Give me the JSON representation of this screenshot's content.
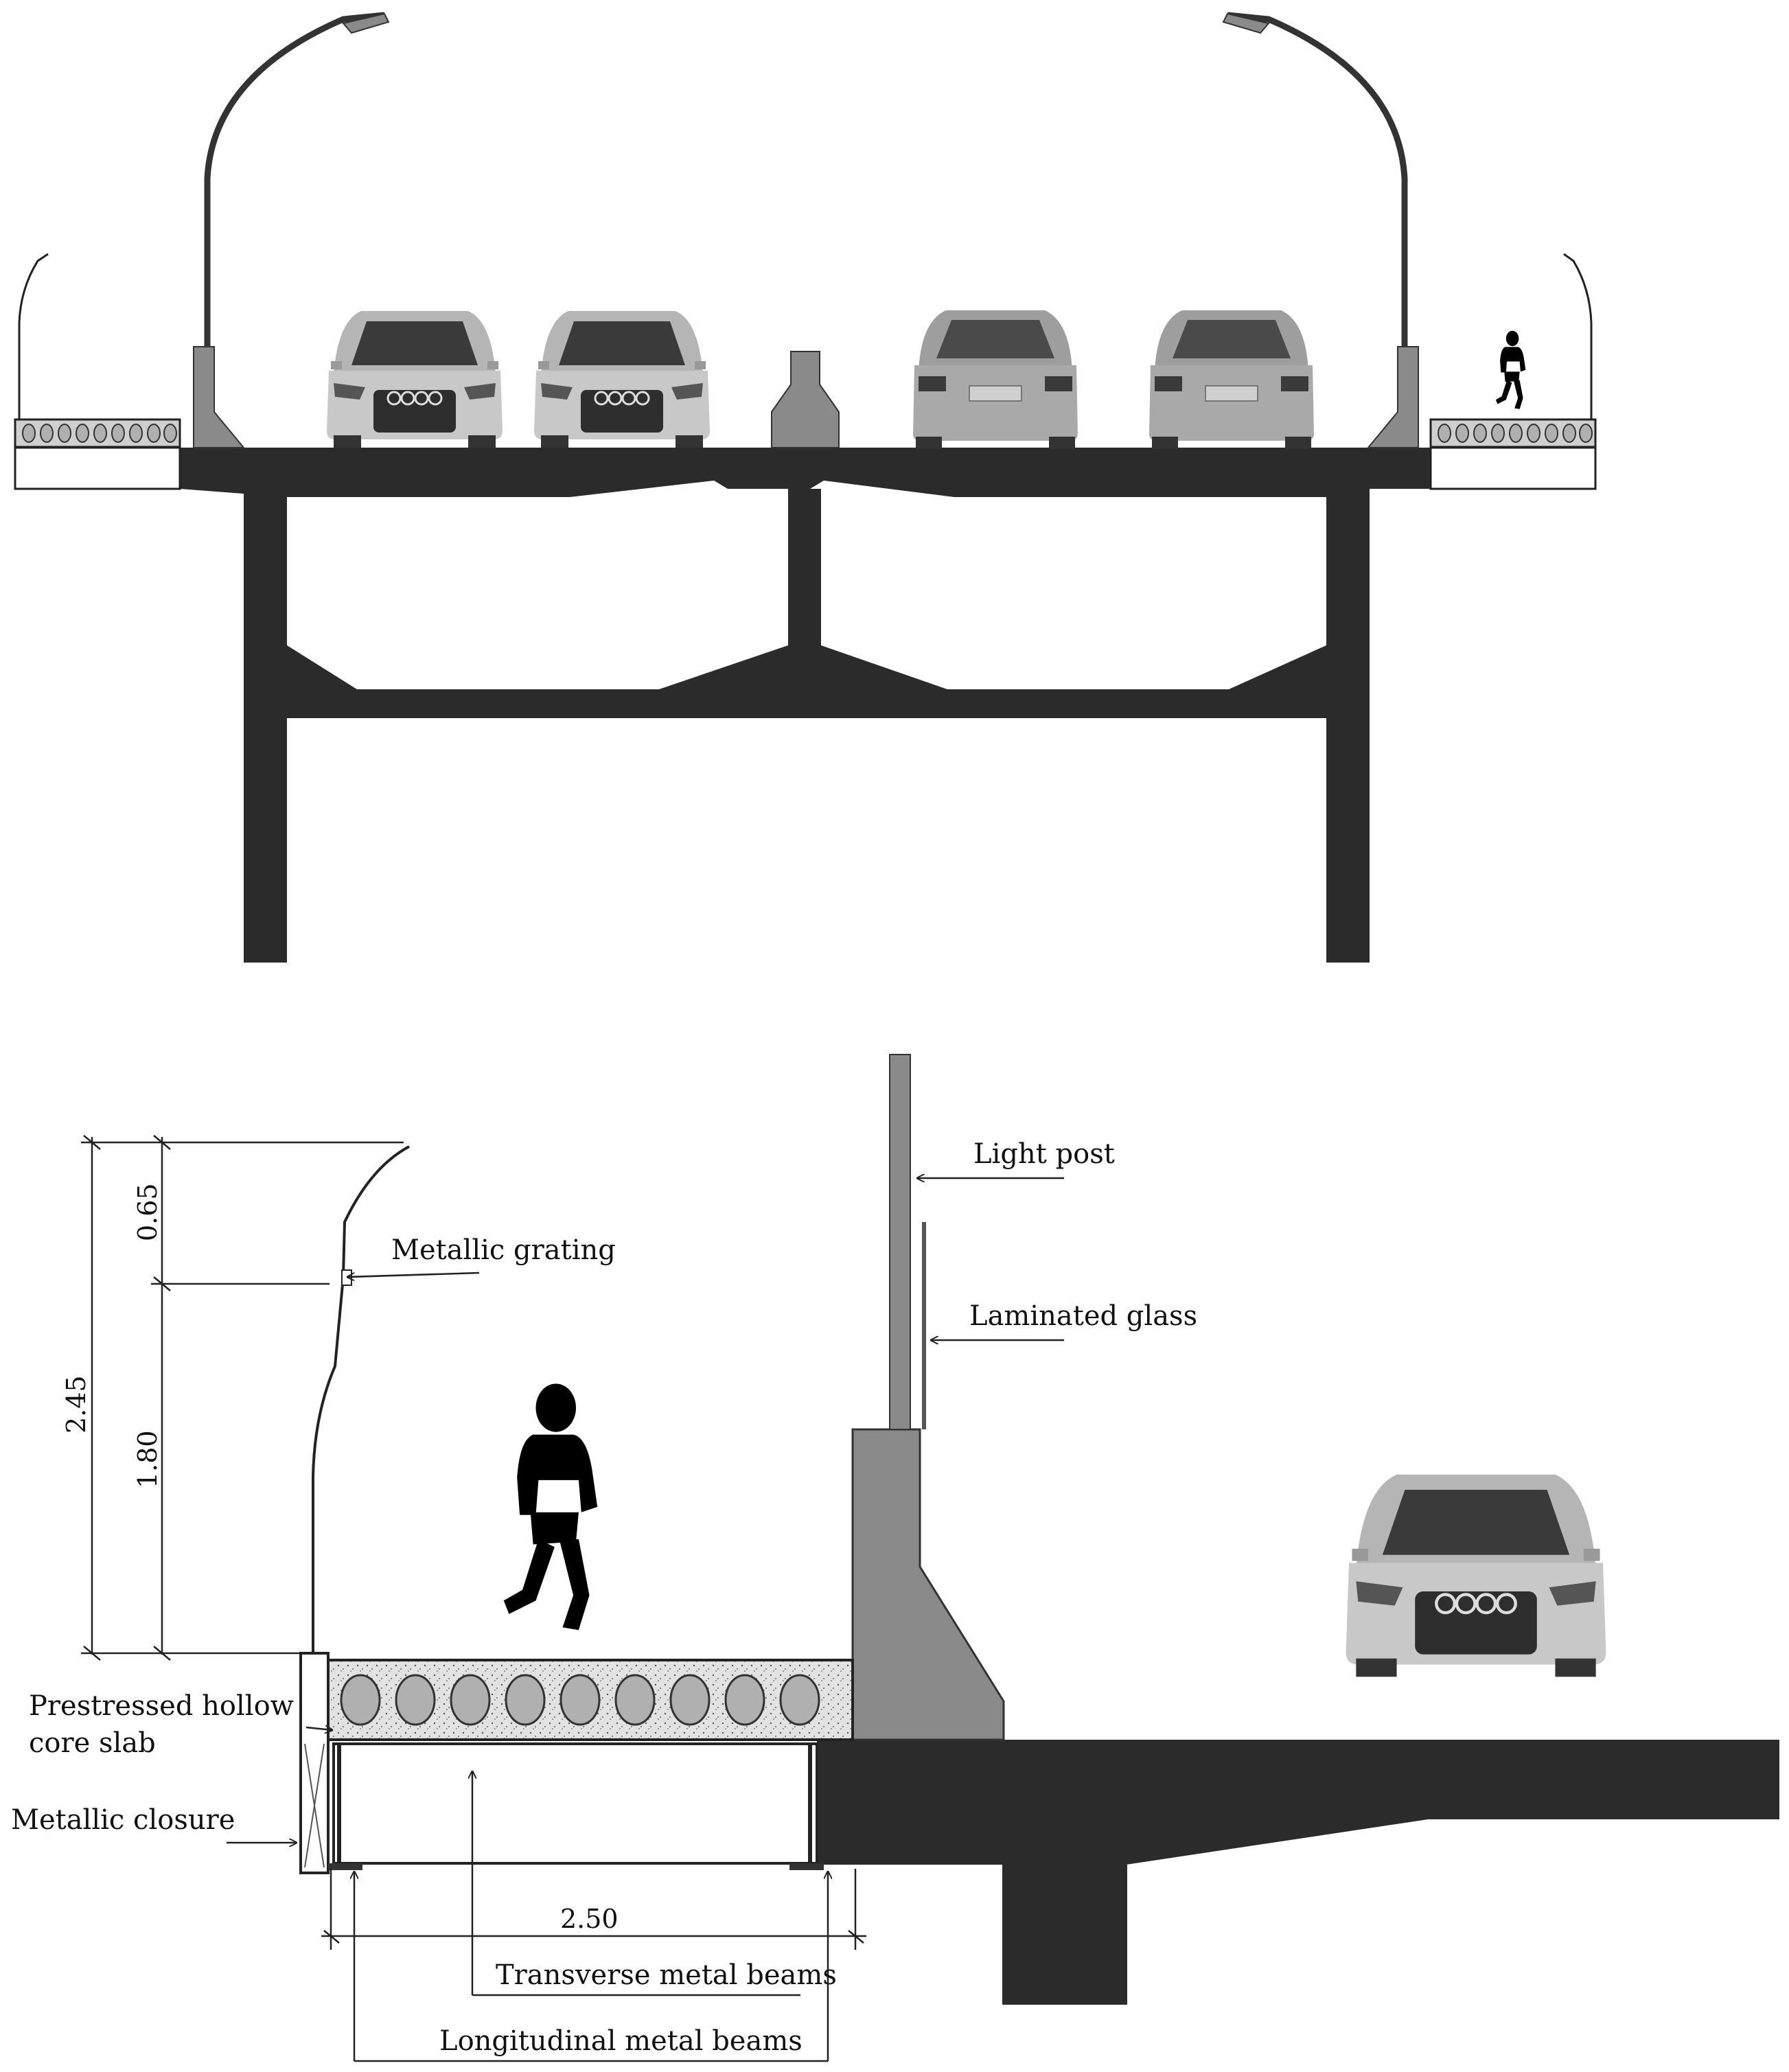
{
  "colors": {
    "concrete": "#2b2b2b",
    "barrier": "#8a8a8a",
    "slab": "#cfcfcf",
    "core": "#b0b0b0",
    "car_body": "#bfbfbf",
    "car_glass": "#3a3a3a",
    "silhouette": "#000000",
    "line": "#222222"
  },
  "icons": {
    "pedestrian": "running-person-icon",
    "car_front": "car-front-icon",
    "car_rear": "car-rear-icon",
    "street_lamp": "street-lamp-icon"
  },
  "labels": {
    "light_post": "Light post",
    "laminated_glass": "Laminated glass",
    "metallic_grating": "Metallic grating",
    "slab_line1": "Prestressed hollow",
    "slab_line2": "core slab",
    "metallic_closure": "Metallic closure",
    "transverse_beams": "Transverse metal beams",
    "longitudinal_beams": "Longitudinal metal beams"
  },
  "dimensions": {
    "railing_top": "0.65",
    "railing_bottom": "1.80",
    "railing_total": "2.45",
    "walkway_width": "2.50"
  }
}
